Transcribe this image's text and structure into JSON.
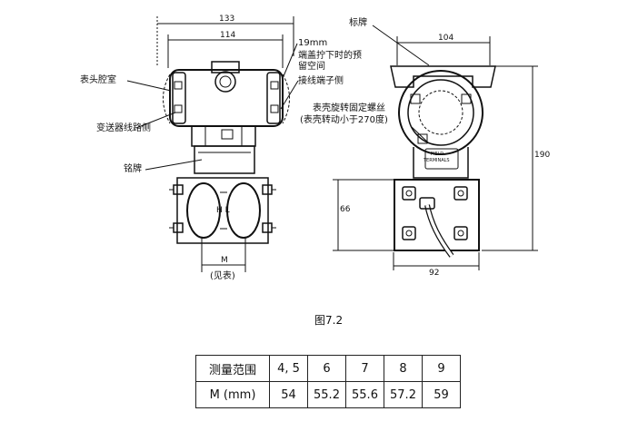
{
  "labels": {
    "head_cavity": "表头腔室",
    "transmitter_side": "变送器线路侧",
    "nameplate": "铭牌",
    "clearance": "19mm",
    "clearance_text1": "端盖拧下时的预",
    "clearance_text2": "留空间",
    "terminal_side": "接线端子侧",
    "tag": "标牌",
    "housing_screw": "表壳旋转固定螺丝",
    "housing_rotate": "(表壳转动小于270度)",
    "see_table": "(见表)",
    "field_terminals_1": "FIELD",
    "field_terminals_2": "TERMINALS",
    "flange_mark": "H  L"
  },
  "dimensions": {
    "d133": "133",
    "d114": "114",
    "d104": "104",
    "d190": "190",
    "d66": "66",
    "d92": "92",
    "dM": "M"
  },
  "figure_caption": "图7.2",
  "table": {
    "rows": [
      {
        "header": "测量范围",
        "cells": [
          "4, 5",
          "6",
          "7",
          "8",
          "9"
        ]
      },
      {
        "header": "M (mm)",
        "cells": [
          "54",
          "55.2",
          "55.6",
          "57.2",
          "59"
        ]
      }
    ]
  }
}
